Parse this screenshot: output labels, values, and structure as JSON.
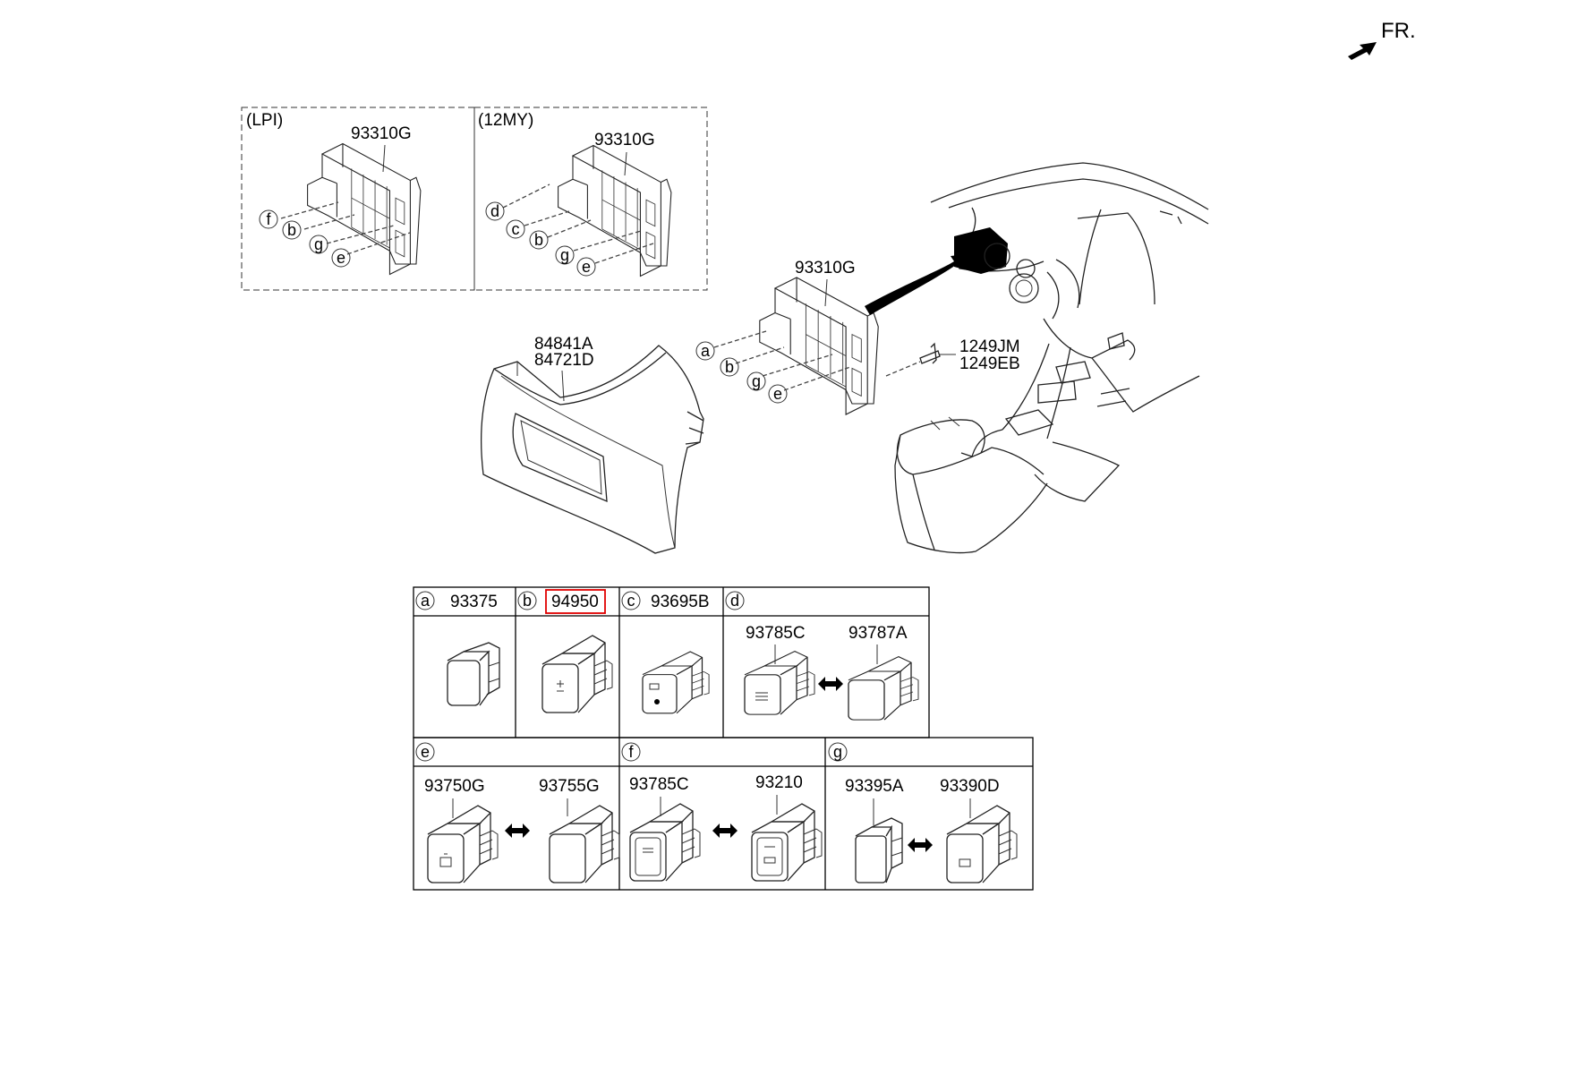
{
  "header": {
    "fr_label": "FR."
  },
  "insets": {
    "lpi": {
      "tag": "(LPI)",
      "part": "93310G",
      "callouts": [
        "f",
        "b",
        "g",
        "e"
      ]
    },
    "my12": {
      "tag": "(12MY)",
      "part": "93310G",
      "callouts": [
        "d",
        "c",
        "b",
        "g",
        "e"
      ]
    }
  },
  "main": {
    "bracket_part": "93310G",
    "bracket_callouts": [
      "a",
      "b",
      "g",
      "e"
    ],
    "panel_parts": [
      "84841A",
      "84721D"
    ],
    "screw_parts": [
      "1249JM",
      "1249EB"
    ]
  },
  "table": {
    "row1": [
      {
        "letter": "a",
        "parts": [
          "93375"
        ]
      },
      {
        "letter": "b",
        "parts": [
          "94950"
        ],
        "highlighted": true
      },
      {
        "letter": "c",
        "parts": [
          "93695B"
        ]
      },
      {
        "letter": "d",
        "parts": [
          "93785C",
          "93787A"
        ]
      }
    ],
    "row2": [
      {
        "letter": "e",
        "parts": [
          "93750G",
          "93755G"
        ]
      },
      {
        "letter": "f",
        "parts": [
          "93785C",
          "93210"
        ]
      },
      {
        "letter": "g",
        "parts": [
          "93395A",
          "93390D"
        ]
      }
    ]
  },
  "colors": {
    "highlight": "#e00000",
    "line": "#222222"
  }
}
